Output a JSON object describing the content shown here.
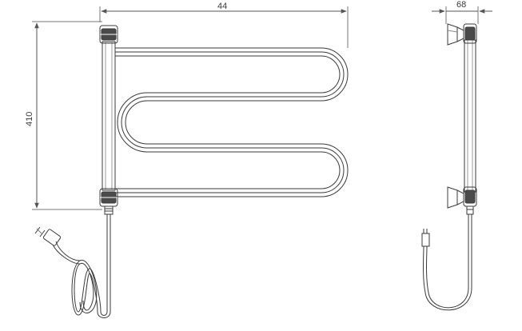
{
  "drawing": {
    "dimensions": {
      "width_label": "44",
      "height_label": "410",
      "depth_label": "68"
    },
    "colors": {
      "line": "#3a3a3a",
      "dim_line": "#555555",
      "background": "#ffffff"
    }
  }
}
